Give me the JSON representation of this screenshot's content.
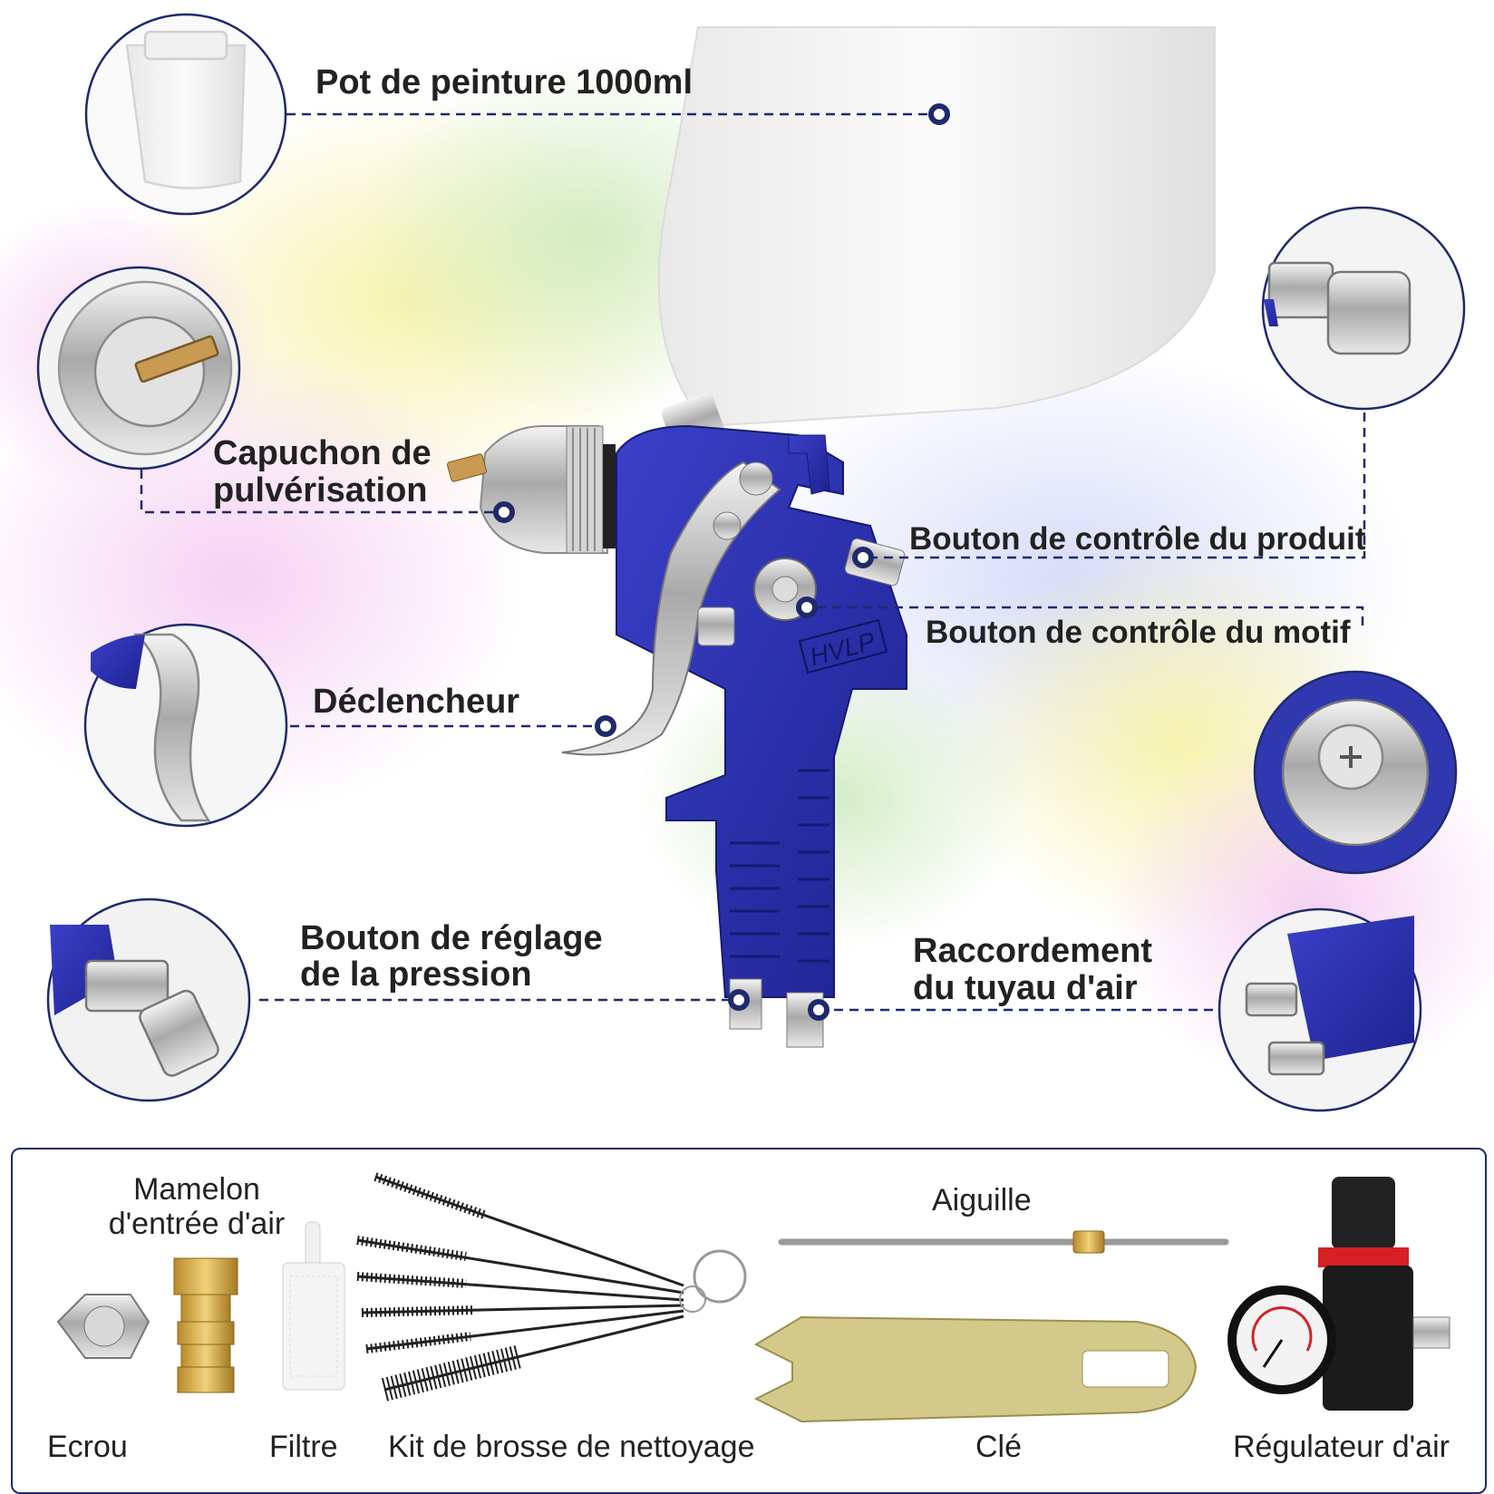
{
  "callouts": {
    "paint_pot": "Pot de peinture 1000ml",
    "spray_cap_line1": "Capuchon de",
    "spray_cap_line2": "pulvérisation",
    "product_knob": "Bouton de contrôle du produit",
    "pattern_knob": "Bouton de contrôle du motif",
    "trigger": "Déclencheur",
    "pressure_knob_line1": "Bouton de réglage",
    "pressure_knob_line2": "de la pression",
    "air_hose_line1": "Raccordement",
    "air_hose_line2": "du tuyau d'air"
  },
  "gun": {
    "model_mark": "HVLP"
  },
  "accessories": {
    "nipple_line1": "Mamelon",
    "nipple_line2": "d'entrée d'air",
    "nut": "Ecrou",
    "filter": "Filtre",
    "brush_kit": "Kit de brosse de nettoyage",
    "needle": "Aiguille",
    "wrench": "Clé",
    "regulator": "Régulateur d'air"
  },
  "colors": {
    "accent": "#1f2a6b",
    "gun_body": "#2b2fa8",
    "dot": "#1f2a6b"
  }
}
